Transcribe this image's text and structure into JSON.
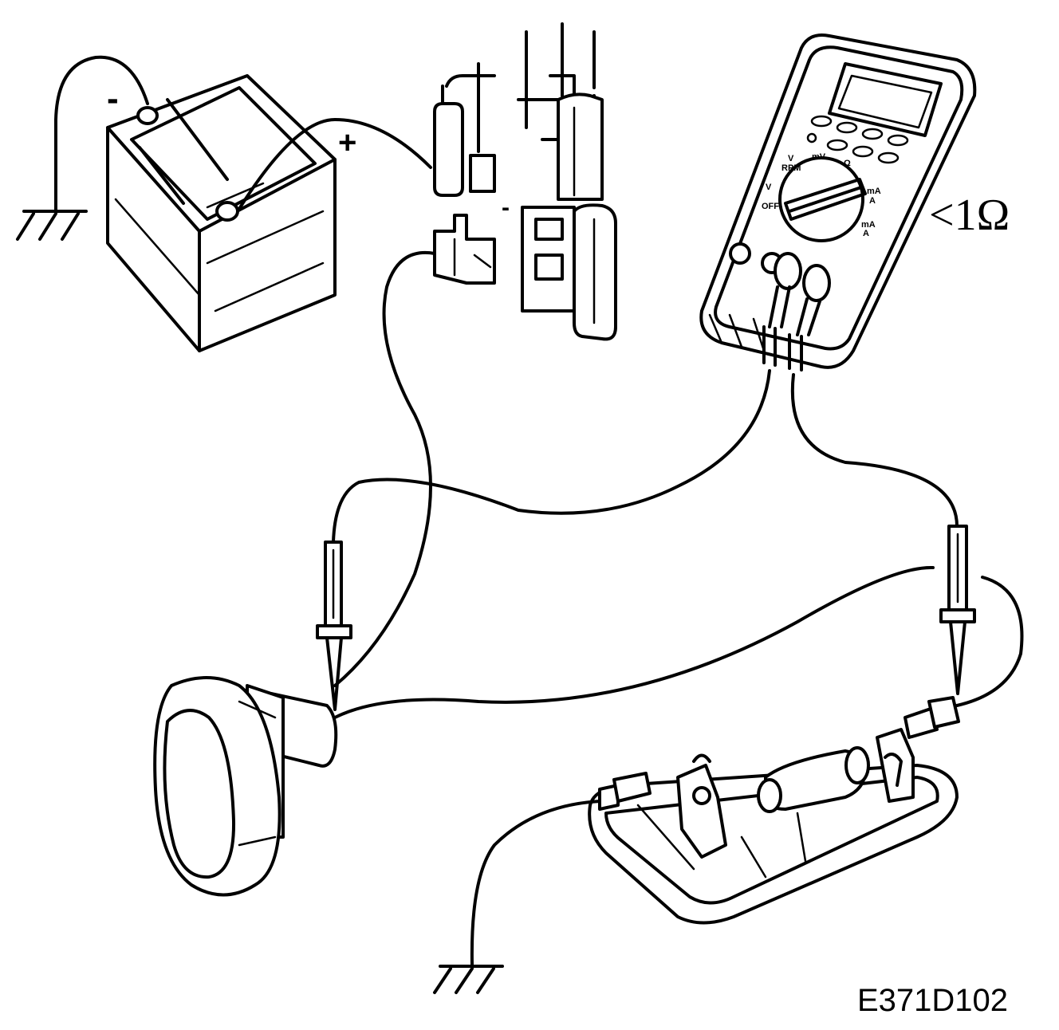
{
  "labels": {
    "battery_negative": "-",
    "battery_positive": "+",
    "fuse_minus": "-",
    "resistance_reading": "<1Ω",
    "figure_code": "E371D102"
  },
  "multimeter": {
    "dial_labels": [
      "V",
      "RPM",
      "mV",
      "Ω",
      "mA",
      "A",
      "OFF",
      "V",
      "mA",
      "A"
    ]
  }
}
